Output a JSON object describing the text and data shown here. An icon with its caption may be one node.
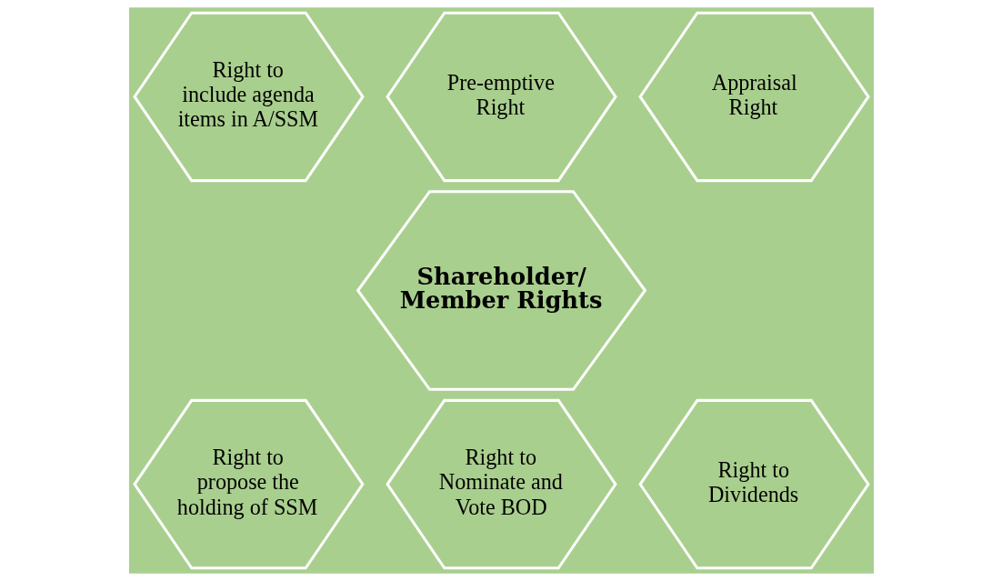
{
  "diagram": {
    "nodes": [
      {
        "text": [
          "Pre-emptive Right"
        ]
      },
      {
        "text": [
          "Right to include agenda items in A/SSM"
        ]
      },
      {
        "text": [
          "Appraisal Right"
        ]
      },
      {
        "text": [
          "Shareholder/ Member Rights"
        ]
      },
      {
        "text": [
          "Right to propose the holding of SSM"
        ]
      },
      {
        "text": [
          "Right to Dividends"
        ]
      },
      {
        "text": [
          "Right to Nominate and Vote BOD"
        ]
      }
    ],
    "edges": []
  }
}
